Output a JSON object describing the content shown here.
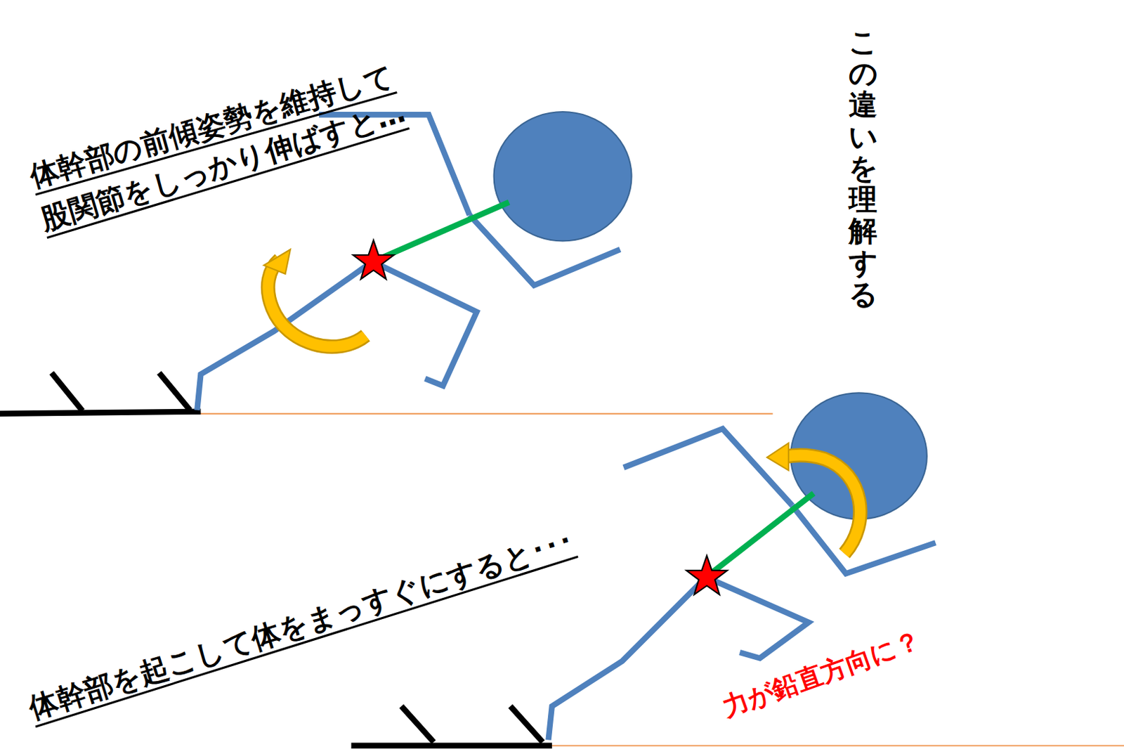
{
  "diagram": {
    "labels": [
      "体幹部の前傾姿勢を維持して",
      "股関節をしっかり伸ばすと…",
      "この違いを理解する",
      "体幹部を起こして体をまっすぐにすると･･･",
      "力が鉛直方向に？"
    ]
  }
}
